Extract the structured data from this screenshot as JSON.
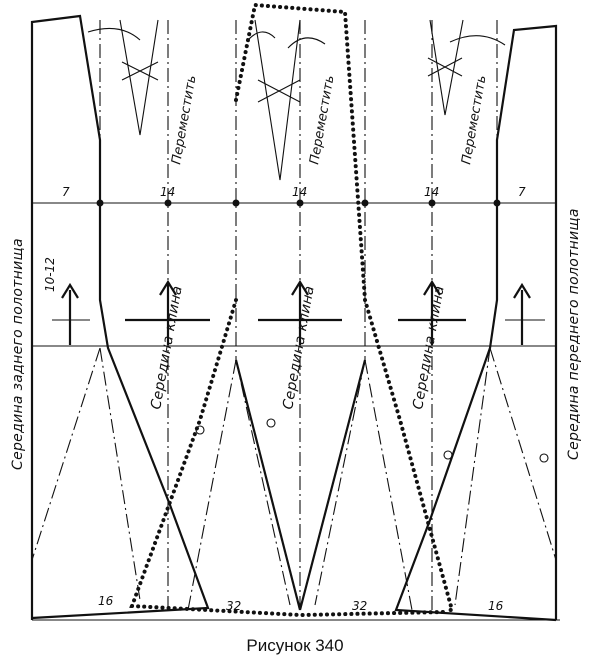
{
  "caption": "Рисунок 340",
  "labels": {
    "back_center": "Середина заднего полотнища",
    "front_center": "Середина переднего полотнища",
    "gore_center": "Середина клина",
    "move": "Переместить",
    "yoke_height": "10-12"
  },
  "measures": {
    "top": [
      "7",
      "14",
      "14",
      "14",
      "7"
    ],
    "bottom": [
      "16",
      "32",
      "32",
      "16"
    ]
  }
}
